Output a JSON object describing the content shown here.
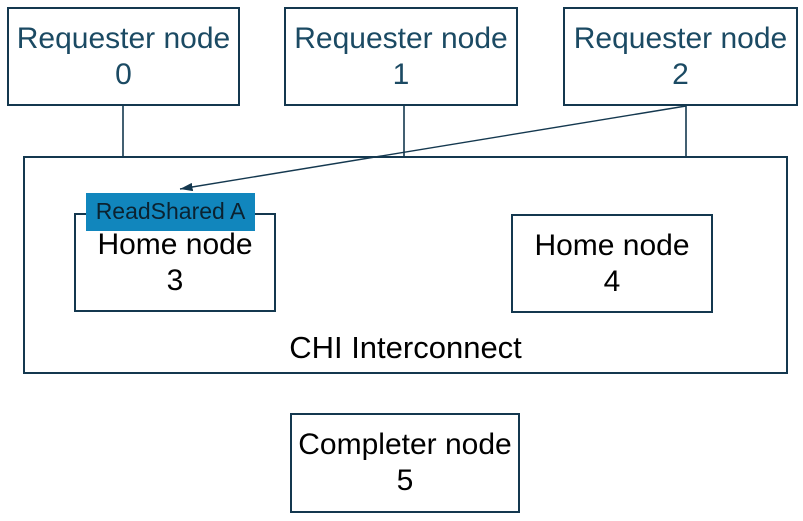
{
  "diagram_type": "CHI protocol topology diagram",
  "colors": {
    "stroke": "#14384f",
    "requester_text": "#1b4a63",
    "node_text": "#000000",
    "message_bg": "#1186bd",
    "message_text": "#0b2230",
    "background": "#ffffff"
  },
  "nodes": {
    "requester0": {
      "label": "Requester node",
      "id": "0"
    },
    "requester1": {
      "label": "Requester node",
      "id": "1"
    },
    "requester2": {
      "label": "Requester node",
      "id": "2"
    },
    "home3": {
      "label": "Home node",
      "id": "3"
    },
    "home4": {
      "label": "Home node",
      "id": "4"
    },
    "completer5": {
      "label": "Completer node",
      "id": "5"
    }
  },
  "interconnect": {
    "label": "CHI Interconnect"
  },
  "message": {
    "label": "ReadShared A",
    "from": "Requester node 2",
    "to": "Home node 3"
  }
}
